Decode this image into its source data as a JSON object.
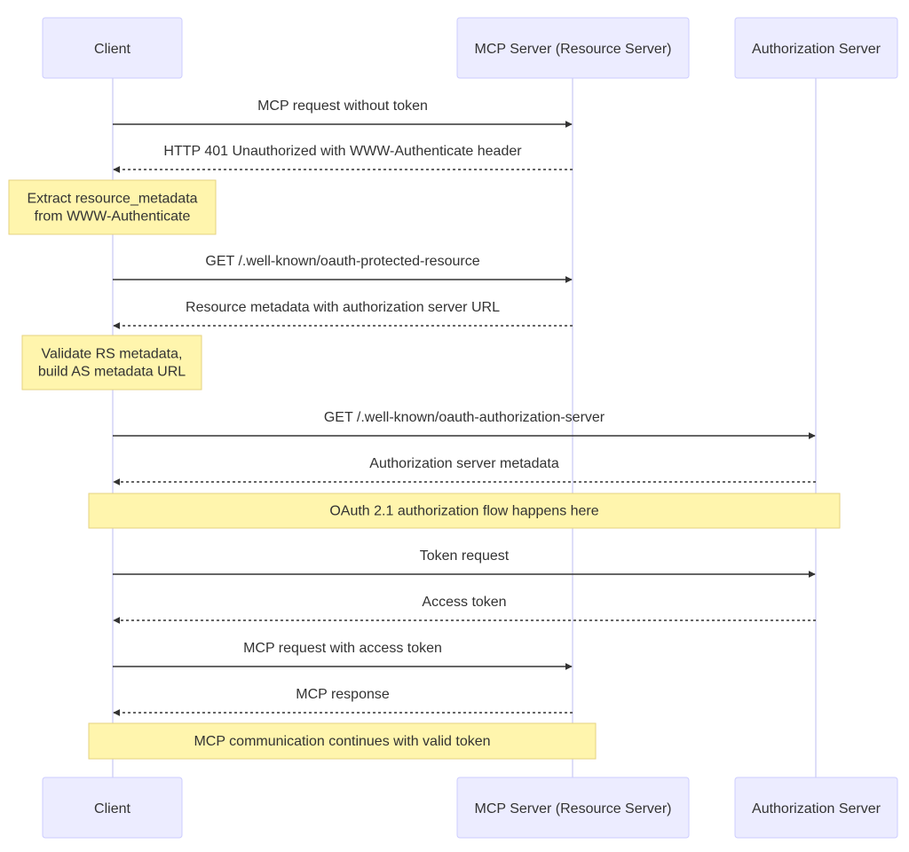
{
  "participants": [
    {
      "id": "client",
      "label": "Client"
    },
    {
      "id": "rs",
      "label": "MCP Server (Resource Server)"
    },
    {
      "id": "as",
      "label": "Authorization Server"
    }
  ],
  "messages": [
    {
      "from": "client",
      "to": "rs",
      "style": "solid",
      "text": "MCP request without token"
    },
    {
      "from": "rs",
      "to": "client",
      "style": "dashed",
      "text": "HTTP 401 Unauthorized with WWW-Authenticate header"
    },
    {
      "from": "client",
      "to": "rs",
      "style": "solid",
      "text": "GET /.well-known/oauth-protected-resource"
    },
    {
      "from": "rs",
      "to": "client",
      "style": "dashed",
      "text": "Resource metadata with authorization server URL"
    },
    {
      "from": "client",
      "to": "as",
      "style": "solid",
      "text": "GET /.well-known/oauth-authorization-server"
    },
    {
      "from": "as",
      "to": "client",
      "style": "dashed",
      "text": "Authorization server metadata"
    },
    {
      "from": "client",
      "to": "as",
      "style": "solid",
      "text": "Token request"
    },
    {
      "from": "as",
      "to": "client",
      "style": "dashed",
      "text": "Access token"
    },
    {
      "from": "client",
      "to": "rs",
      "style": "solid",
      "text": "MCP request with access token"
    },
    {
      "from": "rs",
      "to": "client",
      "style": "dashed",
      "text": "MCP response"
    }
  ],
  "notes": [
    {
      "over": [
        "client"
      ],
      "lines": [
        "Extract resource_metadata",
        "from WWW-Authenticate"
      ]
    },
    {
      "over": [
        "client"
      ],
      "lines": [
        "Validate RS metadata,",
        "build AS metadata URL"
      ]
    },
    {
      "over": [
        "client",
        "as"
      ],
      "lines": [
        "OAuth 2.1 authorization flow happens here"
      ]
    },
    {
      "over": [
        "client",
        "rs"
      ],
      "lines": [
        "MCP communication continues with valid token"
      ]
    }
  ]
}
